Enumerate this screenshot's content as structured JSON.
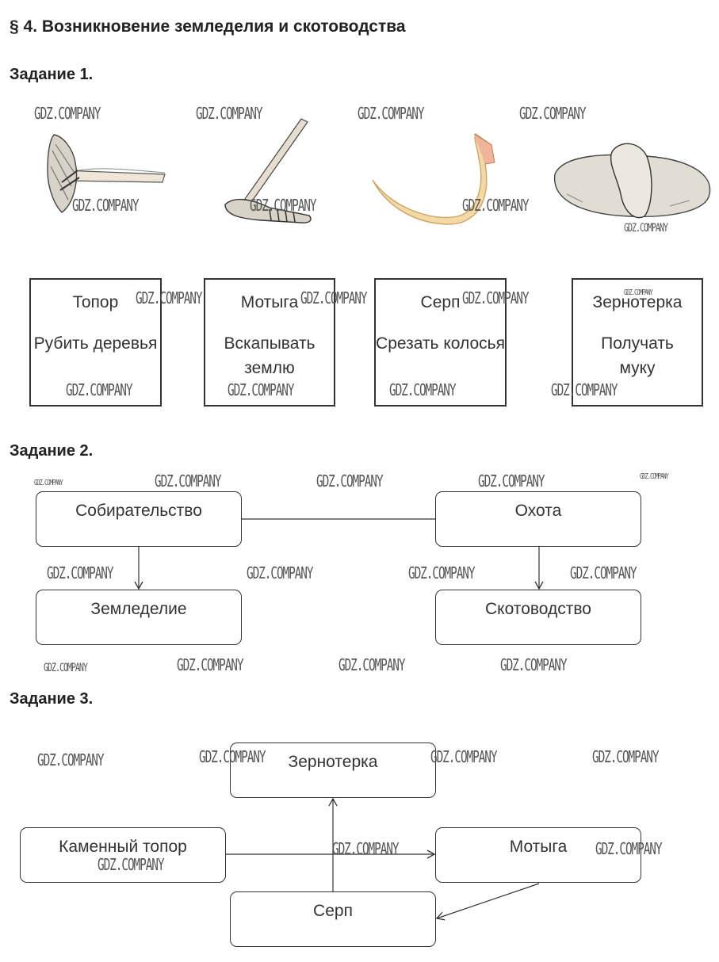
{
  "title": "§ 4. Возникновение земледелия и скотоводства",
  "watermark": "GDZ.COMPANY",
  "task1": {
    "heading": "Задание 1.",
    "tools": [
      {
        "name": "Топор",
        "use": "Рубить деревья",
        "icon": "stone-axe-icon"
      },
      {
        "name": "Мотыга",
        "use": "Вскапывать землю",
        "icon": "hoe-icon"
      },
      {
        "name": "Серп",
        "use": "Срезать колосья",
        "icon": "sickle-icon"
      },
      {
        "name": "Зернотерка",
        "use": "Получать муку",
        "icon": "grain-grinder-icon"
      }
    ]
  },
  "task2": {
    "heading": "Задание 2.",
    "boxes": {
      "gathering": "Собирательство",
      "hunting": "Охота",
      "farming": "Земледелие",
      "herding": "Скотоводство"
    }
  },
  "task3": {
    "heading": "Задание 3.",
    "boxes": {
      "grinder": "Зернотерка",
      "stone_axe": "Каменный топор",
      "hoe": "Мотыга",
      "sickle": "Серп"
    }
  }
}
